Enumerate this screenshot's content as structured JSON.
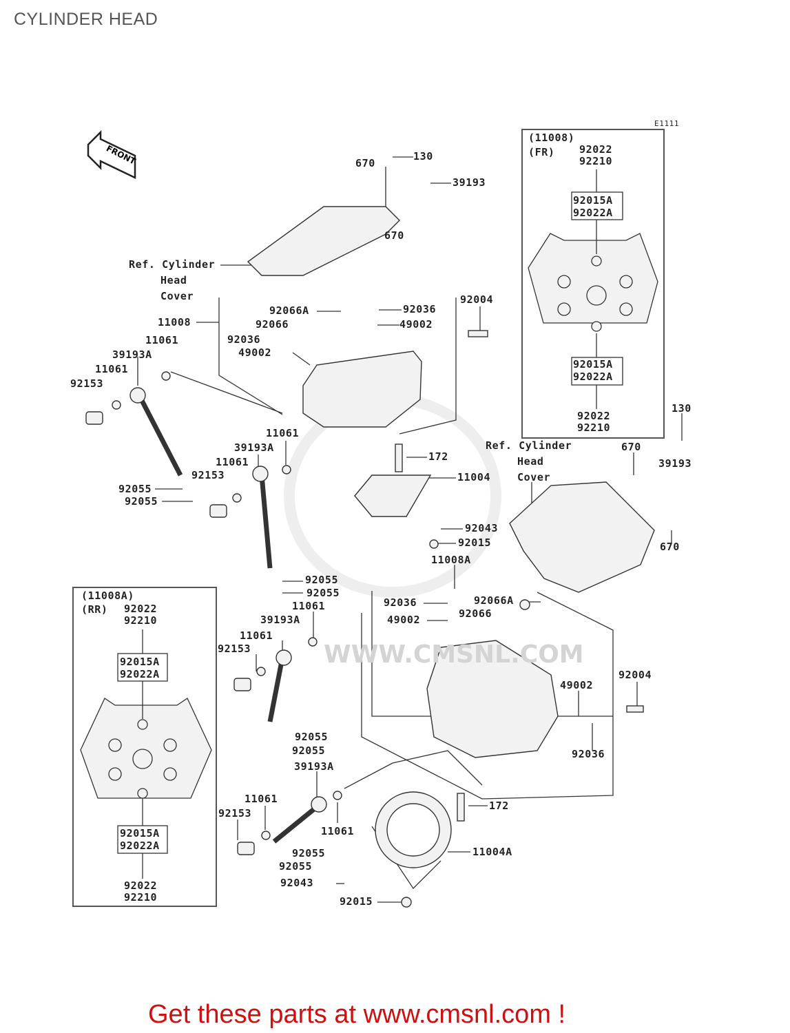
{
  "title": "CYLINDER HEAD",
  "diagram_code": "E1111",
  "front_badge": "FRONT",
  "callouts": [
    "670",
    "130",
    "39193",
    "670",
    "92066A",
    "92036",
    "92004",
    "92066",
    "49002",
    "11008",
    "11061",
    "92036",
    "49002",
    "39193A",
    "11061",
    "92153",
    "11061",
    "39193A",
    "172",
    "11061",
    "11004",
    "92153",
    "92055",
    "92055",
    "92043",
    "92015",
    "11008A",
    "92055",
    "92055",
    "130",
    "670",
    "39193",
    "670",
    "92036",
    "92066A",
    "92066",
    "49002",
    "11061",
    "39193A",
    "11061",
    "92153",
    "92004",
    "49002",
    "92036",
    "92055",
    "92055",
    "39193A",
    "11061",
    "92153",
    "11061",
    "172",
    "11004A",
    "92055",
    "92055",
    "92043",
    "92015"
  ],
  "ref_labels": [
    {
      "line1": "Ref. Cylinder",
      "line2": "Head",
      "line3": "Cover"
    },
    {
      "line1": "Ref. Cylinder",
      "line2": "Head",
      "line3": "Cover"
    }
  ],
  "insets": {
    "front": {
      "tag": "(11008)",
      "sub": "(FR)",
      "top": [
        "92022",
        "92210"
      ],
      "upper": [
        "92015A",
        "92022A"
      ],
      "lower": [
        "92015A",
        "92022A"
      ],
      "bottom": [
        "92022",
        "92210"
      ]
    },
    "rear": {
      "tag": "(11008A)",
      "sub": "(RR)",
      "top": [
        "92022",
        "92210"
      ],
      "upper": [
        "92015A",
        "92022A"
      ],
      "lower": [
        "92015A",
        "92022A"
      ],
      "bottom": [
        "92022",
        "92210"
      ]
    }
  },
  "watermark": "WWW.CMSNL.COM",
  "footer": "Get these parts at www.cmsnl.com !",
  "colors": {
    "footer": "#d01010",
    "title": "#555555",
    "lines": "#333333"
  }
}
